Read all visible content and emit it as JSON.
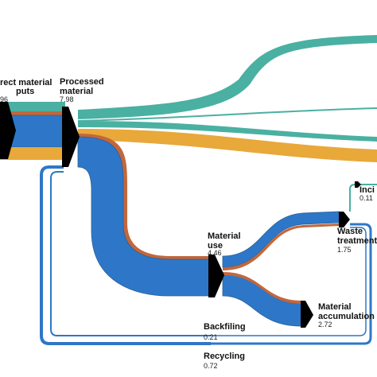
{
  "colors": {
    "blue": "#2e77c8",
    "teal": "#4ab0a2",
    "orange": "#e8a83a",
    "rust": "#c2673c",
    "outline": "#2a5f93",
    "node": "#000000"
  },
  "nodes": {
    "direct_inputs": {
      "label_line1": "rect material",
      "label_line2": "puts",
      "value": "96"
    },
    "processed": {
      "label_line1": "Processed",
      "label_line2": "material",
      "value": "7.98"
    },
    "material_use": {
      "label_line1": "Material",
      "label_line2": "use",
      "value": "4.46"
    },
    "waste": {
      "label_line1": "Waste",
      "label_line2": "treatment",
      "value": "1.75"
    },
    "incineration": {
      "label_line1": "Inci",
      "value": "0.11"
    },
    "accumulation": {
      "label_line1": "Material",
      "label_line2": "accumulation",
      "value": "2.72"
    },
    "backfilling": {
      "label_line1": "Backfiling",
      "value": "0.21"
    },
    "recycling": {
      "label_line1": "Recycling",
      "value": "0.72"
    }
  }
}
